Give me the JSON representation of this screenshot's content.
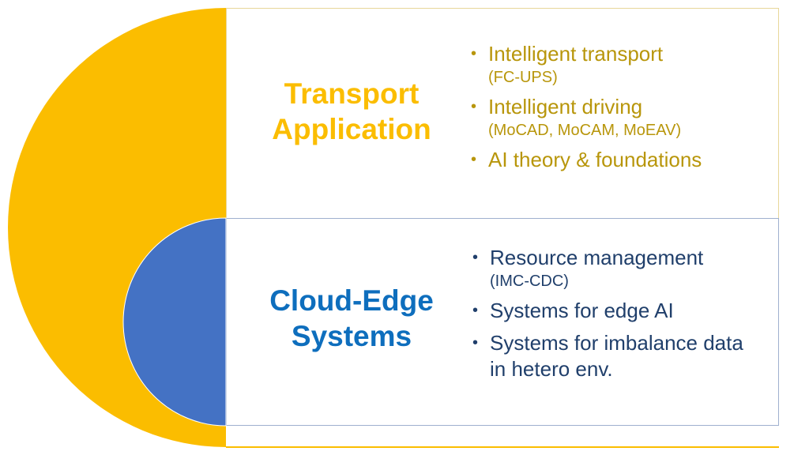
{
  "colors": {
    "gold": "#fbbd00",
    "gold_text": "#b8960b",
    "blue": "#4472c4",
    "blue_title": "#0e6ebd",
    "blue_text": "#203f6b"
  },
  "top": {
    "title_lines": [
      "Transport",
      "Application"
    ],
    "bullets": [
      {
        "main": "Intelligent transport",
        "sub": "(FC-UPS)"
      },
      {
        "main": "Intelligent driving",
        "sub": "(MoCAD, MoCAM, MoEAV)"
      },
      {
        "main": "AI theory & foundations",
        "sub": ""
      }
    ]
  },
  "bottom": {
    "title_lines": [
      "Cloud-Edge",
      "Systems"
    ],
    "bullets": [
      {
        "main": "Resource management",
        "sub": "(IMC-CDC)"
      },
      {
        "main": "Systems for edge AI",
        "sub": ""
      },
      {
        "main": "Systems for imbalance data",
        "sub": "in hetero env."
      }
    ]
  }
}
